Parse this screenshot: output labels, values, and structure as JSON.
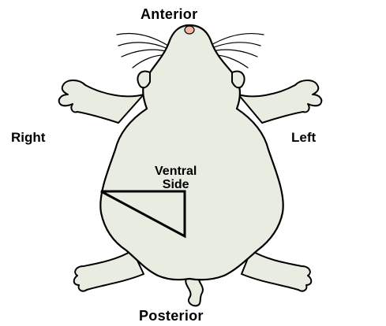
{
  "diagram": {
    "labels": {
      "anterior": "Anterior",
      "right": "Right",
      "left": "Left",
      "ventral_line1": "Ventral",
      "ventral_line2": "Side",
      "posterior": "Posterior"
    },
    "colors": {
      "body_fill": "#e8ece1",
      "outline": "#000000",
      "nose": "#f2b7a4",
      "background": "#ffffff"
    }
  }
}
